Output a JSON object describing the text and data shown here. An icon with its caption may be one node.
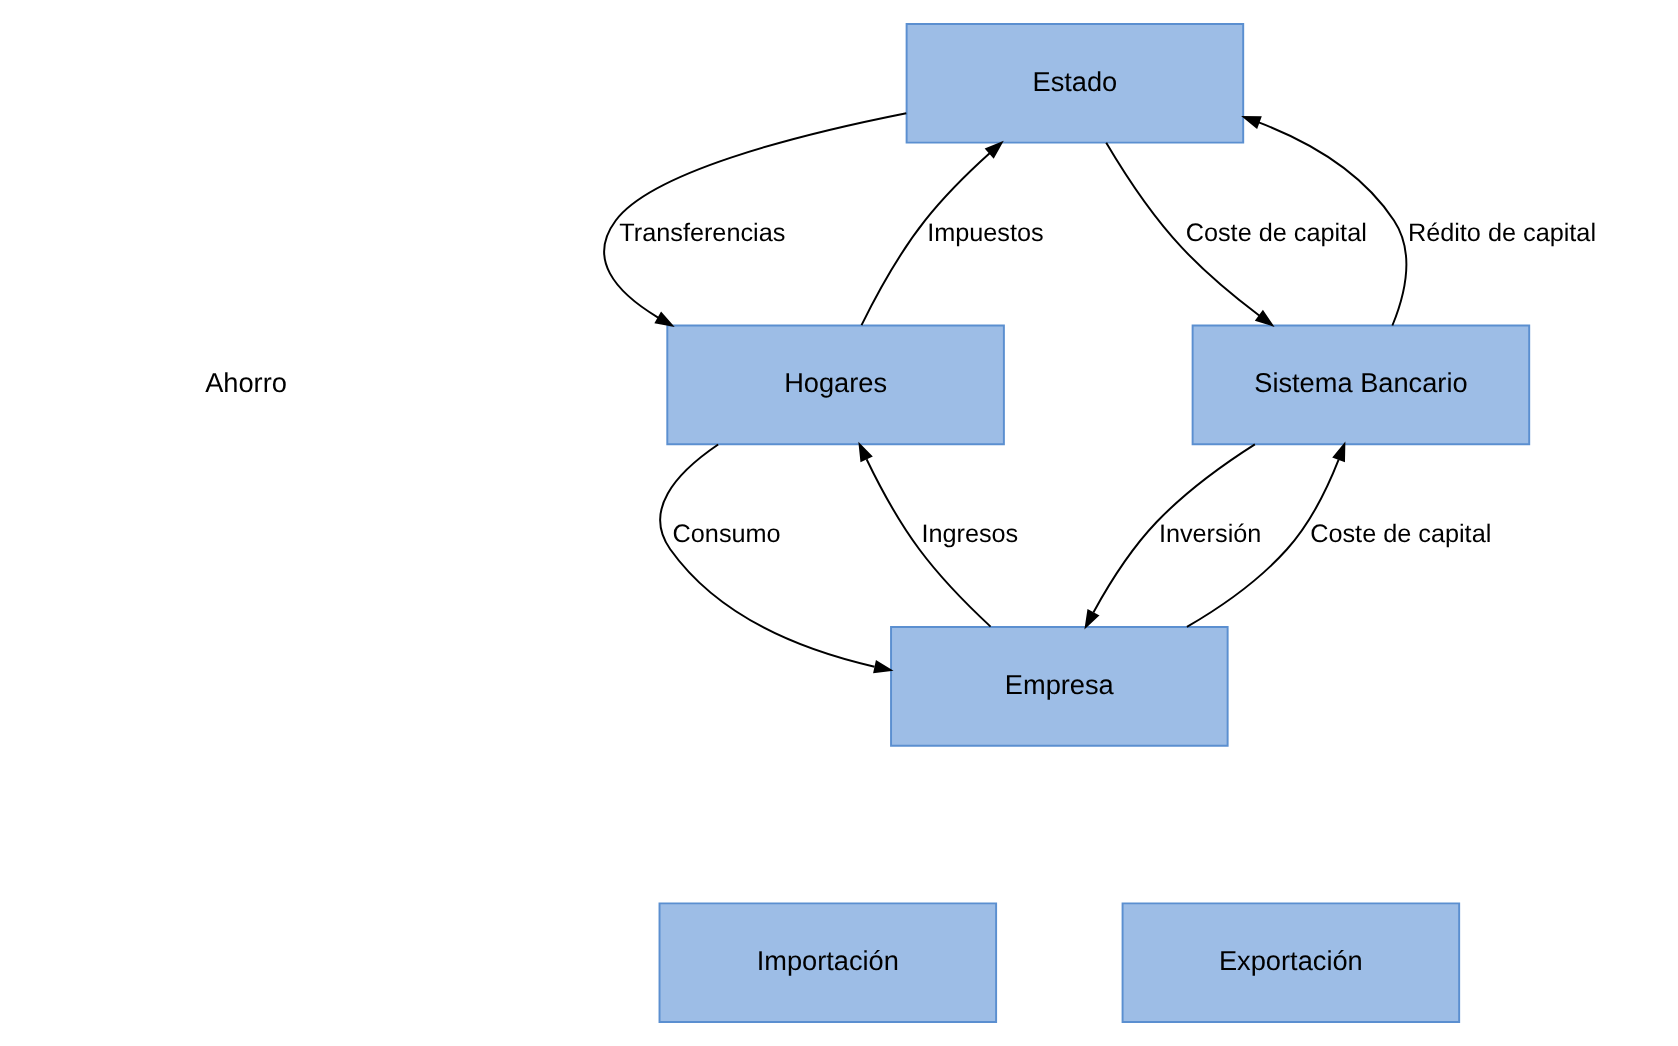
{
  "diagram": {
    "nodes": [
      {
        "text": [
          "Estado"
        ]
      },
      {
        "text": [
          "Hogares"
        ]
      },
      {
        "text": [
          "Sistema Bancario"
        ]
      },
      {
        "text": [
          "Empresa"
        ]
      },
      {
        "text": [
          "Importación"
        ]
      },
      {
        "text": [
          "Exportación"
        ]
      }
    ],
    "edges": [
      {
        "from": 0,
        "to": 1,
        "arrow": "to",
        "label": "Transferencias"
      },
      {
        "from": 1,
        "to": 0,
        "arrow": "to",
        "label": "Impuestos"
      },
      {
        "from": 0,
        "to": 2,
        "arrow": "to",
        "label": "Coste de capital"
      },
      {
        "from": 2,
        "to": 0,
        "arrow": "to",
        "label": "Rédito de capital"
      },
      {
        "from": 1,
        "to": 3,
        "arrow": "to",
        "label": "Consumo"
      },
      {
        "from": 3,
        "to": 1,
        "arrow": "to",
        "label": "Ingresos"
      },
      {
        "from": 2,
        "to": 3,
        "arrow": "to",
        "label": "Inversión"
      },
      {
        "from": 3,
        "to": 2,
        "arrow": "to",
        "label": "Coste de capital"
      }
    ],
    "labels": [
      "Ahorro"
    ]
  }
}
